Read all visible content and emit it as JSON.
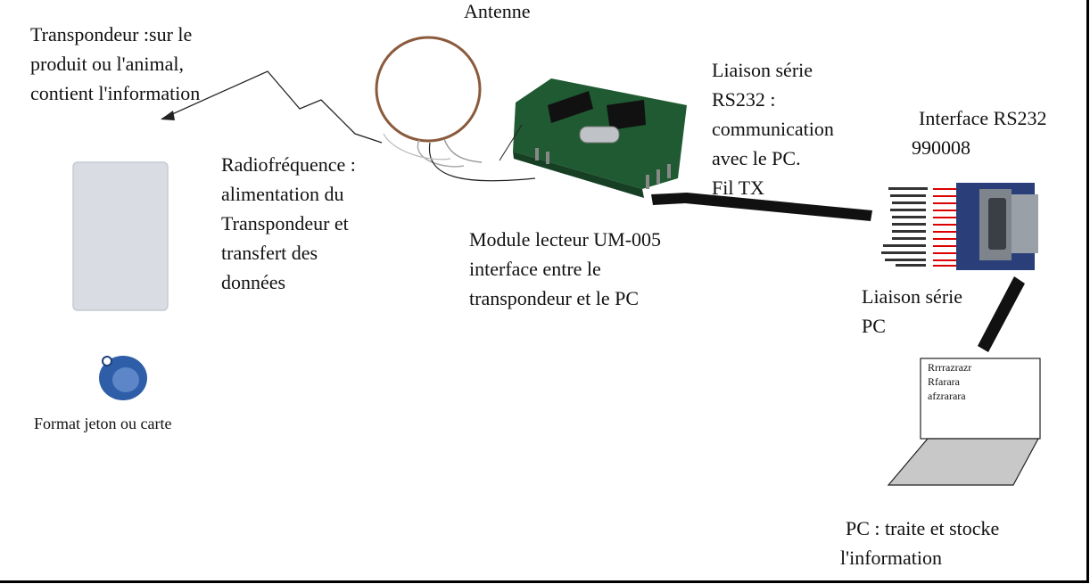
{
  "labels": {
    "antenne": "Antenne",
    "transpondeur": [
      "Transpondeur :sur le",
      "produit ou l'animal,",
      "contient l'information"
    ],
    "radio": [
      "Radiofréquence :",
      "alimentation du",
      "Transpondeur et",
      "transfert des",
      "données"
    ],
    "liaison_rs232": [
      "Liaison série",
      "RS232 :",
      "communication",
      "avec le PC.",
      "Fil TX"
    ],
    "interface": [
      "Interface RS232",
      "990008"
    ],
    "module": [
      "Module lecteur UM-005",
      "interface entre le",
      "transpondeur et le PC"
    ],
    "liaison_pc": [
      "Liaison série",
      "PC"
    ],
    "format": "Format jeton ou carte",
    "pc": [
      "PC : traite et stocke",
      "l'information"
    ]
  },
  "screen_lines": [
    "Rrrrazrazr",
    "Rfarara",
    "afzrarara"
  ],
  "colors": {
    "card": "#d9dde3",
    "token": "#2f5ea8",
    "pcb": "#1f5a32",
    "antenna": "#8a5a3c",
    "interface_board": "#2a3f7a"
  },
  "icons": [
    "rfid-card-icon",
    "rfid-token-icon",
    "antenna-coil-icon",
    "reader-module-icon",
    "rs232-interface-icon",
    "laptop-icon"
  ]
}
